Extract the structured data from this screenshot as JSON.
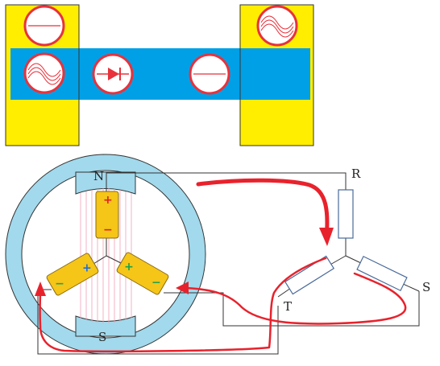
{
  "colors": {
    "yellow": "#ffee00",
    "blue": "#00a0e6",
    "symbol_ring": "#e8323c",
    "stator": "#a2d9ec",
    "coil": "#f5c518",
    "coil_border": "#8a6a12",
    "field_lines": "#f0a0b8",
    "flow_arrow": "#e8222c",
    "wire": "#333333",
    "resistor_border": "#4a6a9a",
    "plus_red": "#e02020",
    "plus_blue": "#1a6ee0",
    "plus_green": "#16a34a",
    "minus": "#2aa14a"
  },
  "symbols": {
    "dc_top_left": "dc-line-icon",
    "ac_top_right": "ac-wave-icon",
    "ac_middle_left": "ac-wave-icon",
    "diode_middle": "diode-icon",
    "dc_middle_right": "dc-line-icon"
  },
  "generator": {
    "pole_north": "N",
    "pole_south": "S",
    "coil_top": {
      "plus": "+",
      "minus": "−"
    },
    "coil_left": {
      "plus": "+",
      "minus": "−"
    },
    "coil_right": {
      "plus": "+",
      "minus": "−"
    }
  },
  "load": {
    "terminal_r": "R",
    "terminal_s": "S",
    "terminal_t": "T"
  }
}
